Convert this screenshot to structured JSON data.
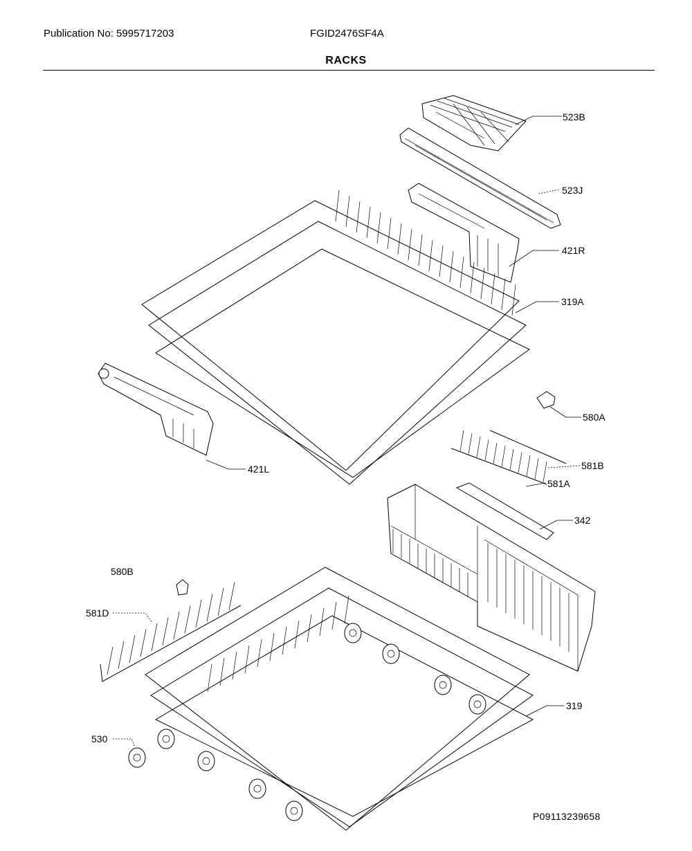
{
  "header": {
    "publication": "Publication No: 5995717203",
    "model": "FGID2476SF4A",
    "title": "RACKS"
  },
  "callouts": [
    {
      "id": "523B",
      "label": "523B"
    },
    {
      "id": "523J",
      "label": "523J"
    },
    {
      "id": "421R",
      "label": "421R"
    },
    {
      "id": "319A",
      "label": "319A"
    },
    {
      "id": "580A",
      "label": "580A"
    },
    {
      "id": "581B",
      "label": "581B"
    },
    {
      "id": "581A",
      "label": "581A"
    },
    {
      "id": "342",
      "label": "342"
    },
    {
      "id": "421L",
      "label": "421L"
    },
    {
      "id": "580B",
      "label": "580B"
    },
    {
      "id": "581D",
      "label": "581D"
    },
    {
      "id": "319",
      "label": "319"
    },
    {
      "id": "530",
      "label": "530"
    }
  ],
  "drawing_code": "P09113239658"
}
